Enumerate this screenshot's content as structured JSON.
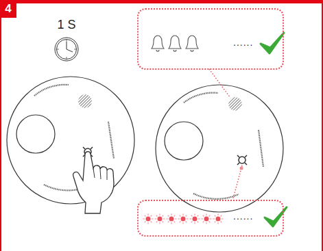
{
  "diagram": {
    "nodes": [
      {
        "text": [
          "4"
        ]
      },
      {
        "text": [
          "......"
        ]
      },
      {
        "text": [
          "......"
        ]
      }
    ],
    "labels": [
      "1 S"
    ]
  }
}
